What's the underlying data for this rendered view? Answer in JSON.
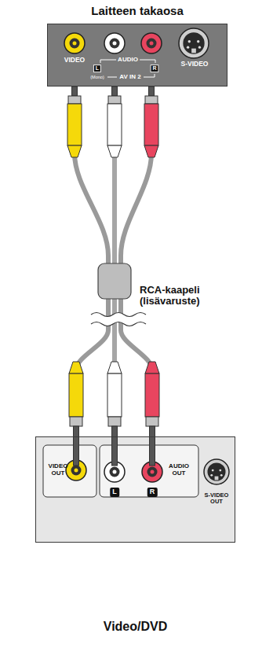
{
  "diagram": {
    "nodes": [
      {
        "text": [
          "Laitteen takaosa"
        ]
      },
      {
        "text": [
          "Video/DVD"
        ]
      }
    ],
    "edges": [
      {
        "from": 0,
        "to": 1,
        "arrow": "none"
      },
      {
        "from": 0,
        "to": 1,
        "arrow": "none"
      },
      {
        "from": 0,
        "to": 1,
        "arrow": "none"
      }
    ],
    "labels": [
      "VIDEO",
      "AUDIO",
      "L",
      "(Mono)",
      "AV IN 2",
      "R",
      "S-VIDEO",
      "RCA-kaapeli (lisävaruste)",
      "VIDEO OUT",
      "L",
      "R",
      "AUDIO OUT",
      "S-VIDEO OUT"
    ]
  }
}
